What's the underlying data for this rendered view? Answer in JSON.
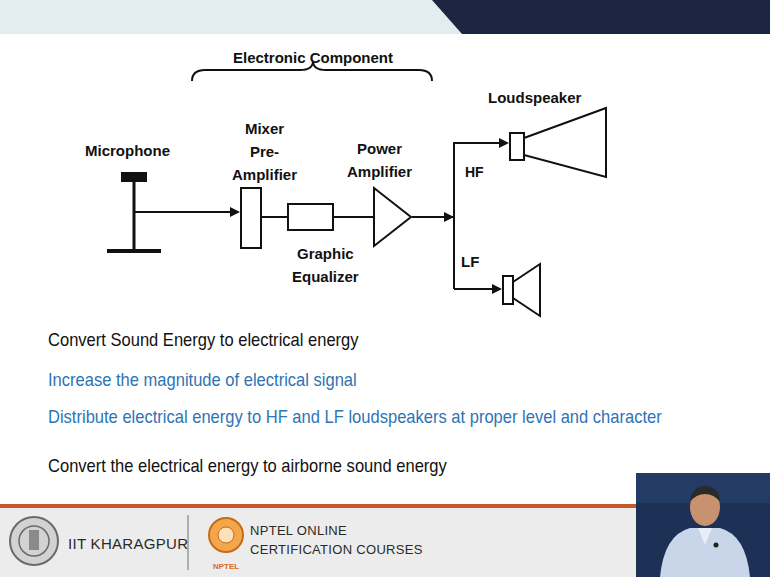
{
  "diagram": {
    "title": "Basic Components",
    "nodes": [
      {
        "text": [
          "Microphone"
        ]
      },
      {
        "text": [
          "Mixer Pre-Amplifier"
        ]
      },
      {
        "text": [
          "Graphic Equalizer"
        ]
      },
      {
        "text": [
          "Power Amplifier"
        ]
      },
      {
        "text": [
          "Loudspeaker"
        ]
      }
    ],
    "edges": [
      {
        "from": 0,
        "to": 1,
        "arrow": "to"
      },
      {
        "from": 1,
        "to": 2,
        "arrow": "none"
      },
      {
        "from": 2,
        "to": 3,
        "arrow": "none"
      },
      {
        "from": 3,
        "to": 4,
        "label": "HF",
        "arrow": "to"
      }
    ],
    "labels": [
      "Electronic Component",
      "LF",
      "Convert Sound Energy to electrical energy",
      "Increase the magnitude of electrical signal",
      "Distribute electrical energy to HF and LF loudspeakers at proper level and character",
      "Convert the electrical energy to airborne sound energy",
      "IIT KHARAGPUR",
      "NPTEL ONLINE",
      "CERTIFICATION COURSES",
      "NPTEL"
    ]
  }
}
